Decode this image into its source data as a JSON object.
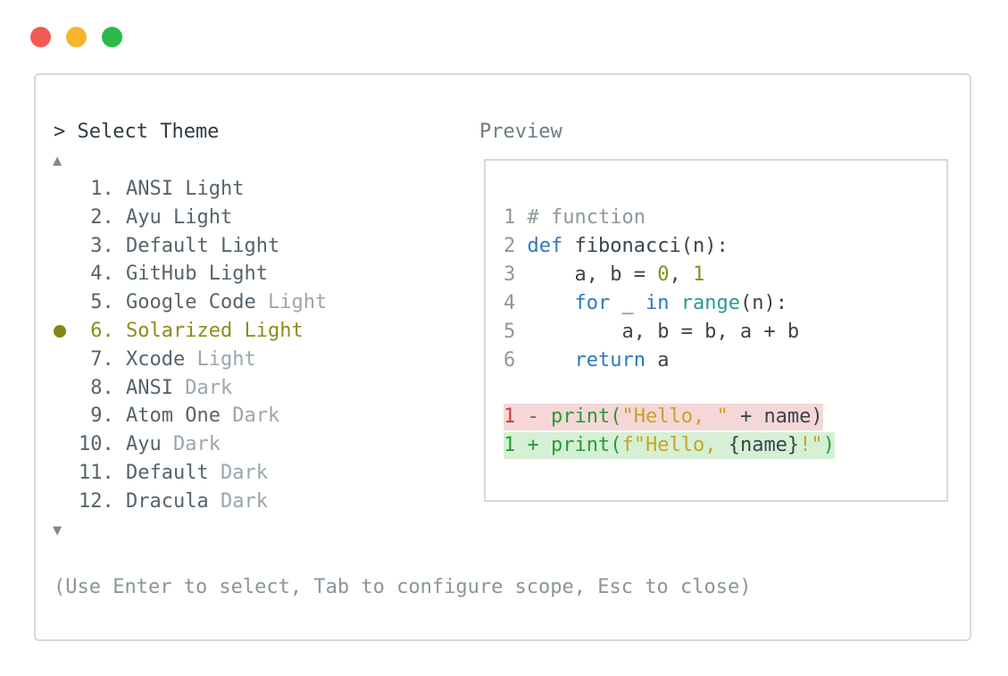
{
  "window": {
    "controls": [
      "close",
      "minimize",
      "maximize"
    ]
  },
  "header": {
    "title": "> Select Theme",
    "preview_label": "Preview"
  },
  "themes": [
    {
      "num": " 1.",
      "name": "ANSI",
      "mode": "Light"
    },
    {
      "num": " 2.",
      "name": "Ayu",
      "mode": "Light"
    },
    {
      "num": " 3.",
      "name": "Default",
      "mode": "Light"
    },
    {
      "num": " 4.",
      "name": "GitHub",
      "mode": "Light"
    },
    {
      "num": " 5.",
      "name": "Google Code",
      "mode": "Light"
    },
    {
      "num": " 6.",
      "name": "Solarized",
      "mode": "Light",
      "selected": true
    },
    {
      "num": " 7.",
      "name": "Xcode",
      "mode": "Light"
    },
    {
      "num": " 8.",
      "name": "ANSI",
      "mode": "Dark"
    },
    {
      "num": " 9.",
      "name": "Atom One",
      "mode": "Dark"
    },
    {
      "num": "10.",
      "name": "Ayu",
      "mode": "Dark"
    },
    {
      "num": "11.",
      "name": "Default",
      "mode": "Dark"
    },
    {
      "num": "12.",
      "name": "Dracula",
      "mode": "Dark"
    }
  ],
  "scroll": {
    "up": "▲",
    "down": "▼"
  },
  "preview": {
    "code": [
      {
        "ln": "1",
        "text": "# function"
      },
      {
        "ln": "2",
        "kw": "def",
        "fn": "fibonacci(n):"
      },
      {
        "ln": "3",
        "pre": "    a, b = ",
        "n1": "0",
        "mid": ", ",
        "n2": "1"
      },
      {
        "ln": "4",
        "kw": "for",
        "mid": " _ ",
        "kw2": "in",
        "bi": "range",
        "rest": "(n):"
      },
      {
        "ln": "5",
        "text": "        a, b = b, a + b"
      },
      {
        "ln": "6",
        "kw": "return",
        "rest": " a"
      }
    ],
    "diff": {
      "removed": {
        "ln": "1",
        "mark": "-",
        "fn": "print(",
        "str": "\"Hello, \"",
        "rest": " + name)"
      },
      "added": {
        "ln": "1",
        "mark": "+",
        "fn": "print(",
        "str": "f\"Hello, ",
        "interp": "{name}",
        "str2": "!\"",
        "close": ")"
      }
    }
  },
  "help_text": "(Use Enter to select, Tab to configure scope, Esc to close)",
  "colors": {
    "accent": "#8a8d1a",
    "keyword": "#2d78c4",
    "diff_removed_bg": "#f6d7d7",
    "diff_added_bg": "#d5f0d4"
  }
}
